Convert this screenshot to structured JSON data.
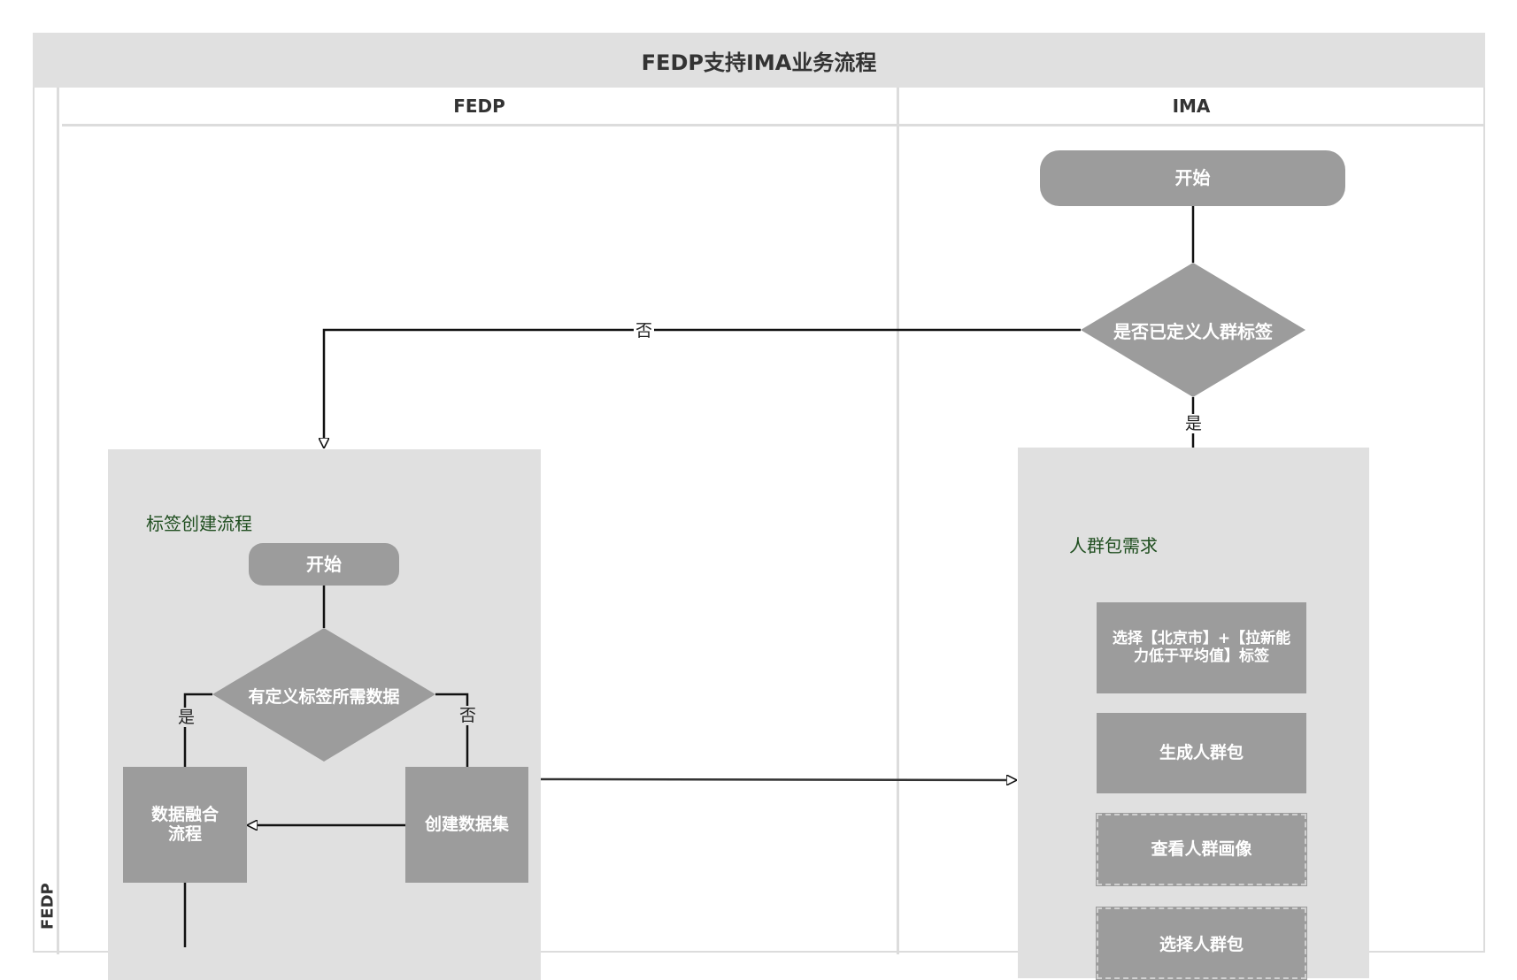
{
  "title": "FEDP支持IMA业务流程",
  "lanes": {
    "left": "FEDP",
    "right": "IMA"
  },
  "row_label": "FEDP",
  "ima": {
    "start": "开始",
    "decision": "是否已定义人群标签",
    "no_label": "否",
    "yes_label": "是",
    "container_title": "人群包需求",
    "step1": "选择【北京市】+【拉新能力低于平均值】标签",
    "step2": "生成人群包",
    "step3": "查看人群画像",
    "step4": "选择人群包"
  },
  "fedp": {
    "container_title": "标签创建流程",
    "start": "开始",
    "decision": "有定义标签所需数据",
    "yes_label": "是",
    "no_label": "否",
    "fusion": "数据融合流程",
    "create_dataset": "创建数据集"
  },
  "colors": {
    "title_bar": "#e0e0e0",
    "node_fill": "#9c9c9c",
    "container_fill": "#e0e0e0",
    "container_title": "#1f4e1f",
    "edge": "#111111"
  }
}
